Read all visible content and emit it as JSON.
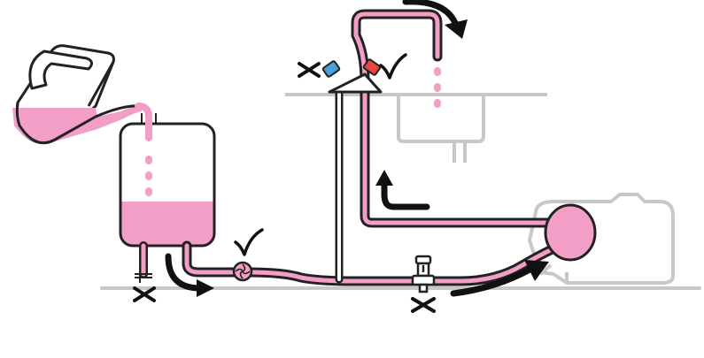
{
  "colors": {
    "fluid": "#f29ec6",
    "outline": "#222222",
    "ground": "#c8c8c8",
    "arrow": "#111111",
    "hot_tap": "#e8453c",
    "cold_tap": "#4a9fd8",
    "background": "#ffffff"
  },
  "icons": {
    "ok_mark": "check-mark-icon",
    "blocked_mark": "cross-mark-icon",
    "flow_direction": "flow-arrow-icon"
  },
  "diagram": {
    "elements": [
      "pouring-jug",
      "storage-tank",
      "drain-valve",
      "circulation-pump",
      "check-valve",
      "boiler-heat-exchanger",
      "mixer-tap",
      "sink",
      "flow-arrows"
    ],
    "tank_fill_level": 0.36,
    "status": {
      "drain_valve": "closed",
      "pump": "ok",
      "check_valve": "closed",
      "cold_tap": "closed",
      "hot_tap": "open"
    }
  }
}
